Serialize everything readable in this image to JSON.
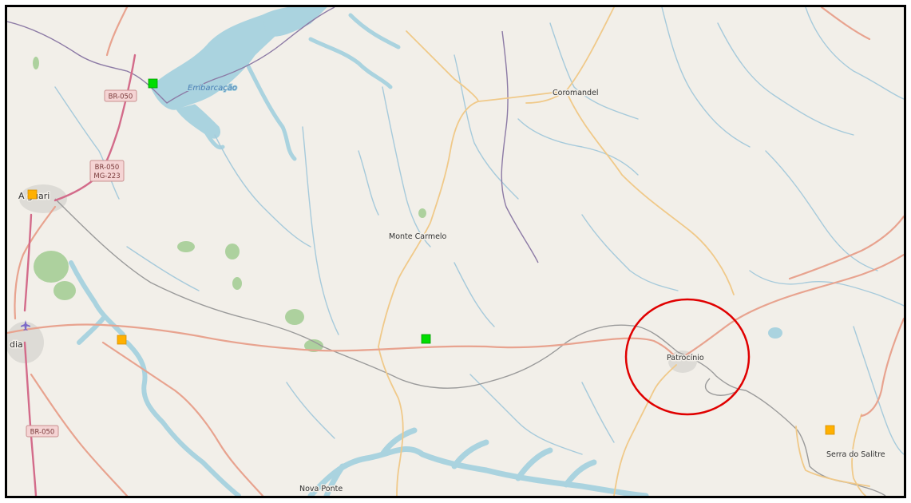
{
  "map": {
    "colors": {
      "land": "#f2efe9",
      "water": "#aad3df",
      "river": "#a6cadb",
      "primary_road": "#e8a38f",
      "secondary_road": "#f0c989",
      "trunk_road": "#d36b8a",
      "railway": "#9a9a9a",
      "border": "#8c7aa5",
      "forest": "#add19e",
      "marker_green": "#00dd00",
      "marker_orange": "#ffb000",
      "highlight_circle": "#e00000"
    },
    "places": {
      "coromandel": "Coromandel",
      "monte_carmelo": "Monte Carmelo",
      "patrocinio": "Patrocínio",
      "serra_do_salitre": "Serra do Salitre",
      "nova_ponte": "Nova Ponte",
      "araguari_partial": "A   guari",
      "uberlandia_partial": "dia"
    },
    "water_labels": {
      "embarcacao": "Embarcação"
    },
    "road_shields": {
      "br050_north": "BR-050",
      "br050_mid_line1": "BR-050",
      "br050_mid_line2": "MG-223",
      "br050_south": "BR-050"
    },
    "markers": [
      {
        "type": "green-square"
      },
      {
        "type": "green-square"
      },
      {
        "type": "orange-square"
      },
      {
        "type": "orange-square"
      },
      {
        "type": "orange-square"
      }
    ]
  }
}
